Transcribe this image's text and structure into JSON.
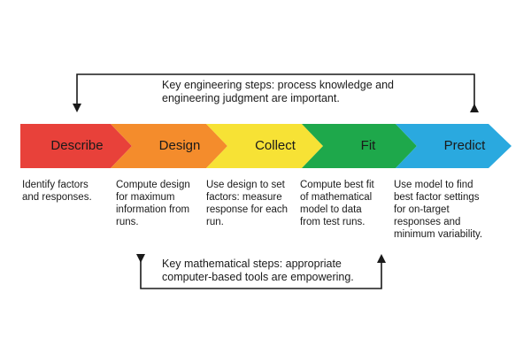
{
  "top_note": {
    "line1": "Key engineering steps: process knowledge and",
    "line2": "engineering judgment are important."
  },
  "bottom_note": {
    "line1": "Key mathematical steps: appropriate",
    "line2": "computer-based tools are empowering."
  },
  "stages": [
    {
      "label": "Describe",
      "color": "#e8413a",
      "description": [
        "Identify factors",
        "and responses."
      ]
    },
    {
      "label": "Design",
      "color": "#f48c2c",
      "description": [
        "Compute design",
        "for maximum",
        "information from",
        "runs."
      ]
    },
    {
      "label": "Collect",
      "color": "#f7e235",
      "description": [
        "Use design to set",
        "factors: measure",
        "response for each",
        "run."
      ]
    },
    {
      "label": "Fit",
      "color": "#1ea84b",
      "description": [
        "Compute best fit",
        "of mathematical",
        "model to data",
        "from test runs."
      ]
    },
    {
      "label": "Predict",
      "color": "#2aa9df",
      "description": [
        "Use model to find",
        "best factor settings",
        "for on-target",
        "responses and",
        "minimum variability."
      ]
    }
  ]
}
